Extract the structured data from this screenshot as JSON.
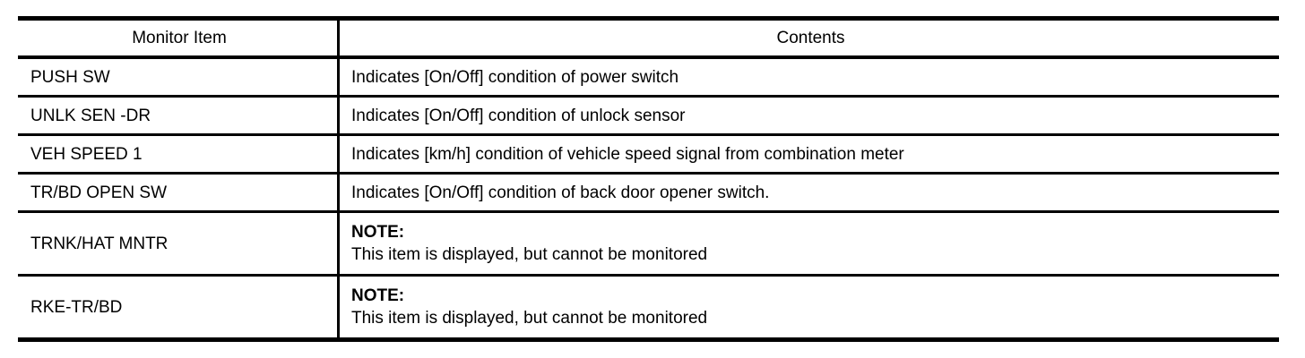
{
  "table": {
    "headers": {
      "item": "Monitor Item",
      "contents": "Contents"
    },
    "rows": [
      {
        "item": "PUSH SW",
        "contents": "Indicates [On/Off] condition of power switch"
      },
      {
        "item": "UNLK SEN -DR",
        "contents": "Indicates [On/Off] condition of unlock sensor"
      },
      {
        "item": "VEH SPEED 1",
        "contents": "Indicates [km/h] condition of vehicle speed signal from combination meter"
      },
      {
        "item": "TR/BD OPEN SW",
        "contents": "Indicates [On/Off] condition of back door opener switch."
      },
      {
        "item": "TRNK/HAT MNTR",
        "note_label": "NOTE:",
        "note_text": "This item is displayed, but cannot be monitored"
      },
      {
        "item": "RKE-TR/BD",
        "note_label": "NOTE:",
        "note_text": "This item is displayed, but cannot be monitored"
      }
    ]
  },
  "colors": {
    "border": "#000000",
    "text": "#000000",
    "background": "#ffffff"
  }
}
